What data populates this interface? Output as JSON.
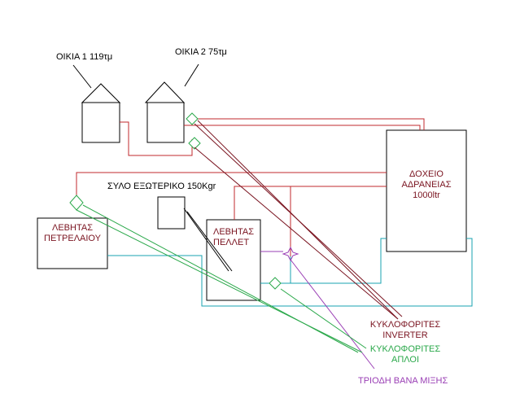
{
  "colors": {
    "outline": "#000000",
    "pipe_red": "#c0282d",
    "pipe_cyan": "#1aa3b0",
    "pipe_green": "#2aa84a",
    "pipe_purple": "#9a3fb5",
    "pipe_darkred": "#7a1420",
    "label_dark": "#000000",
    "label_red": "#7a1420",
    "label_green": "#2aa84a",
    "label_purple": "#9a3fb5"
  },
  "labels": {
    "house1": "ΟΙΚΙΑ 1   119τμ",
    "house2": "ΟΙΚΙΑ 2  75τμ",
    "tank_line1": "ΔΟΧΕΙΟ",
    "tank_line2": "ΑΔΡΑΝΕΙΑΣ",
    "tank_line3": "1000ltr",
    "silo": "ΣΥΛΟ ΕΞΩΤΕΡΙΚΟ 150Kgr",
    "oil_boiler_line1": "ΛΕΒΗΤΑΣ",
    "oil_boiler_line2": "ΠΕΤΡΕΛΑΙΟΥ",
    "pellet_boiler_line1": "ΛΕΒΗΤΑΣ",
    "pellet_boiler_line2": "ΠΕΛΛΕΤ",
    "pumps_inverter_line1": "ΚΥΚΛΟΦΟΡΙΤΕΣ",
    "pumps_inverter_line2": "INVERTER",
    "pumps_simple_line1": "ΚΥΚΛΟΦΟΡΙΤΕΣ",
    "pumps_simple_line2": "ΑΠΛΟΙ",
    "mixing_valve": "ΤΡΙΟΔΗ ΒΑΝΑ ΜΙΞΗΣ"
  }
}
